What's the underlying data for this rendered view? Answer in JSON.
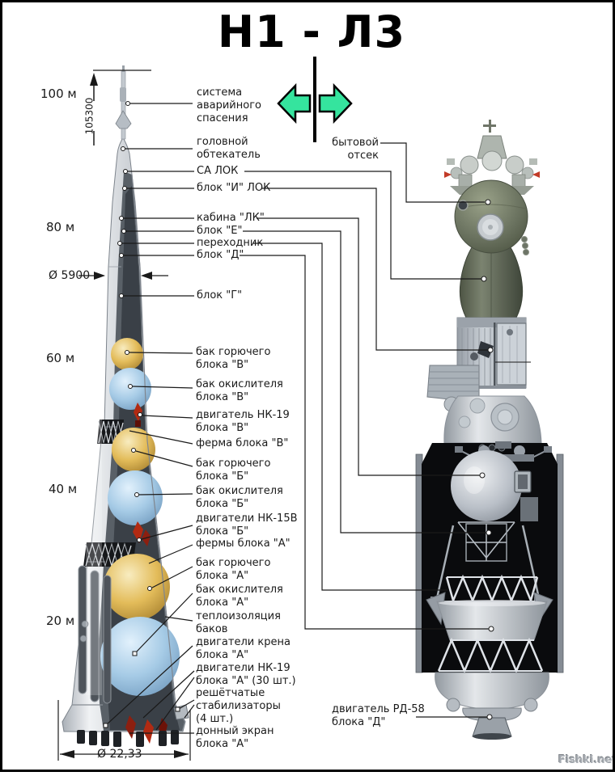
{
  "title": "Н1 - Л3",
  "watermark": "Fishki.net",
  "scale": {
    "m100": "100 м",
    "m80": "80 м",
    "m60": "60 м",
    "m40": "40 м",
    "m20": "20 м",
    "height_mm": "105300",
    "diameter_top": "Ø 5900",
    "diameter_bottom": "Ø 22,33"
  },
  "labels_left": [
    {
      "text": "система\nаварийного\nспасения"
    },
    {
      "text": "головной\nобтекатель"
    },
    {
      "text": "СА ЛОК"
    },
    {
      "text": "блок \"И\" ЛОК"
    },
    {
      "text": "кабина \"ЛК\""
    },
    {
      "text": "блок \"Е\""
    },
    {
      "text": "переходник"
    },
    {
      "text": "блок \"Д\""
    },
    {
      "text": "блок \"Г\""
    },
    {
      "text": "бак горючего\nблока \"В\""
    },
    {
      "text": "бак окислителя\nблока \"В\""
    },
    {
      "text": "двигатель НК-19\nблока \"В\""
    },
    {
      "text": "ферма блока \"В\""
    },
    {
      "text": "бак горючего\nблока \"Б\""
    },
    {
      "text": "бак окислителя\nблока \"Б\""
    },
    {
      "text": "двигатели НК-15В\nблока \"Б\""
    },
    {
      "text": "фермы блока \"А\""
    },
    {
      "text": "бак горючего\nблока \"А\""
    },
    {
      "text": "бак окислителя\nблока \"А\""
    },
    {
      "text": "теплоизоляция\nбаков"
    },
    {
      "text": "двигатели крена\nблока \"А\""
    },
    {
      "text": "двигатели НК-19\nблока \"А\" (30 шт.)"
    },
    {
      "text": "решётчатые\nстабилизаторы\n(4 шт.)"
    },
    {
      "text": "донный экран\nблока \"А\""
    }
  ],
  "labels_right": [
    {
      "text": "бытовой\nотсек"
    },
    {
      "text": "двигатель РД-58\nблока \"Д\""
    }
  ],
  "colors": {
    "accent_green": "#35e49e",
    "fuel_tank_yellow": "#e3bc5a",
    "oxidizer_tank_blue": "#a6cbe6",
    "engine_red": "#b22a12",
    "spacecraft_olive": "#6b7360",
    "cutaway_black": "#0a0b0d",
    "body_gray": "#c9cdd2"
  }
}
